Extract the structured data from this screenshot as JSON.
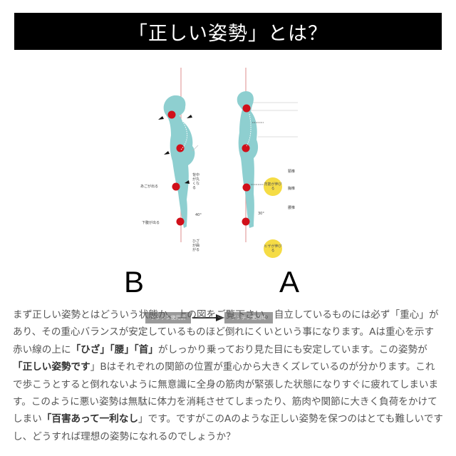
{
  "header": {
    "title": "「正しい姿勢」とは？"
  },
  "figure": {
    "figure_b": {
      "letter": "B",
      "labels": [
        "あごが出る",
        "背中が丸くなる",
        "下腹が出る",
        "ひざが曲がる"
      ],
      "angle": "40°"
    },
    "figure_a": {
      "letter": "A",
      "side_labels": [
        "頚椎",
        "胸椎",
        "腰椎"
      ],
      "callouts": [
        "背筋が伸びる",
        "ヒザが伸びる"
      ],
      "angle": "30°"
    },
    "before_label": "ゲンテン使用前",
    "after_label": "ゲンテン使用時",
    "colors": {
      "body": "#8ecfd0",
      "joint": "#d0101a",
      "gravity_line": "#e3a0a0",
      "callout": "#f5dc45"
    }
  },
  "paragraph": {
    "s1": "まず正しい姿勢とはどういう状態か、上の図をご覧下さい。自立しているものには必ず「重心」があり、その重心バランスが安定しているものほど倒れにくいという事になります。Aは重心を示す赤い線の上に",
    "b1": "「ひざ」「腰」「首」",
    "s2": "がしっかり乗っており見た目にも安定しています。この姿勢が",
    "b2": "「正しい姿勢です",
    "s3": "」Bはそれぞれの関節の位置が重心から大きくズレているのが分かります。これで歩こうとすると倒れないように無意識に全身の筋肉が緊張した状態になりすぐに疲れてしまいます。このように悪い姿勢は無駄に体力を消耗させてしまったり、筋肉や関節に大きく負荷をかけてしまい",
    "b3": "「百害あって一利なし",
    "s4": "」です。ですがこのAのような正しい姿勢を保つのはとても難しいですし、どうすれば理想の姿勢になれるのでしょうか？"
  }
}
